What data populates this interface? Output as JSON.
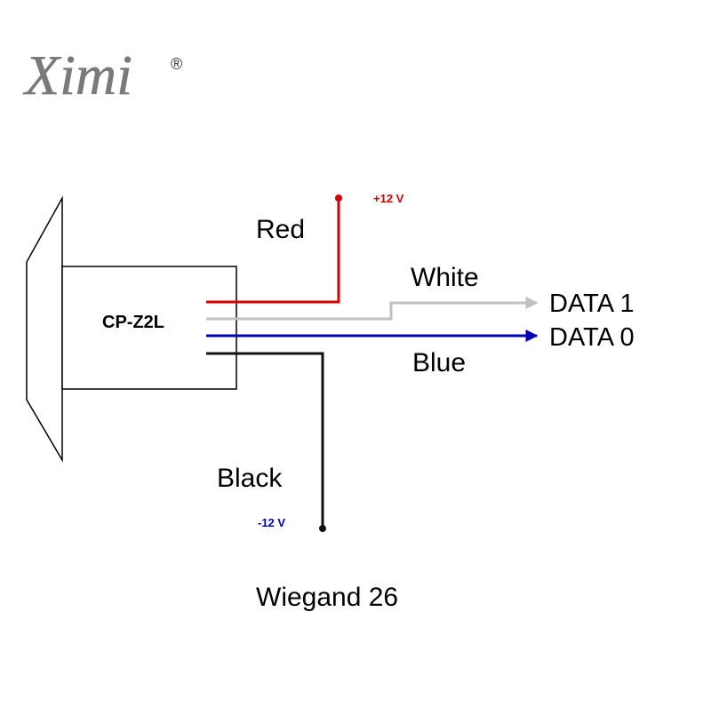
{
  "logo": {
    "brand": "Ximi",
    "registered_mark": "®"
  },
  "device": {
    "model": "CP-Z2L"
  },
  "wires": {
    "red": {
      "label": "Red",
      "terminal": "+12 V"
    },
    "white": {
      "label": "White",
      "terminal": "DATA 1"
    },
    "blue": {
      "label": "Blue",
      "terminal": "DATA 0"
    },
    "black": {
      "label": "Black",
      "terminal": "-12 V"
    }
  },
  "caption": "Wiegand 26",
  "colors": {
    "red": "#d40000",
    "white": "#c0c0c0",
    "blue": "#0000b4",
    "black": "#111111",
    "logo": "#7a7a7a"
  }
}
